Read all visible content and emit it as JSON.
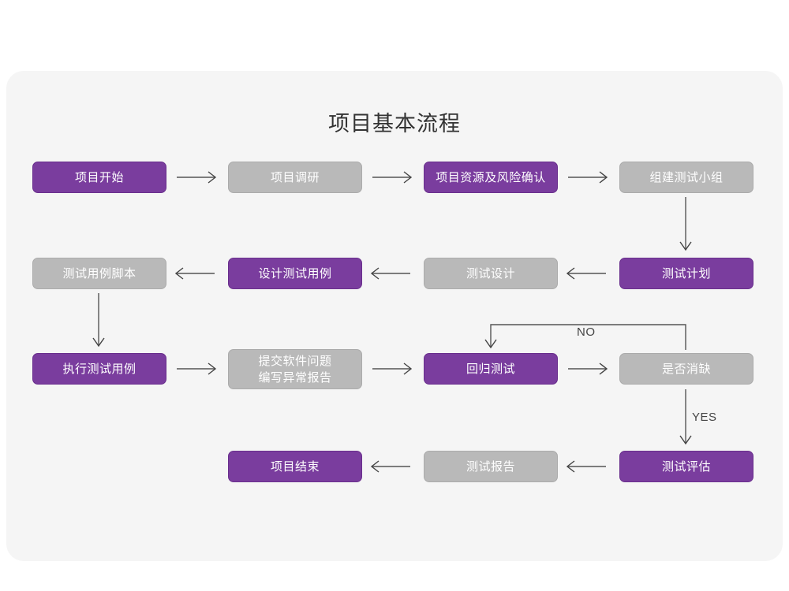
{
  "page": {
    "title": "项目基本流程",
    "card_bg": "#f5f5f5",
    "page_bg": "#ffffff"
  },
  "colors": {
    "purple": "#7a3d9e",
    "purple_border": "#6a2f8d",
    "gray": "#b9b9b9",
    "gray_border": "#ababab",
    "connector": "#555555",
    "title_text": "#333333",
    "node_text": "#ffffff",
    "label_text": "#444444"
  },
  "flowchart": {
    "type": "flowchart",
    "nodes": [
      {
        "id": "n1",
        "label": "项目开始",
        "style": "purple",
        "row": 1,
        "col": 1
      },
      {
        "id": "n2",
        "label": "项目调研",
        "style": "gray",
        "row": 1,
        "col": 2
      },
      {
        "id": "n3",
        "label": "项目资源及风险确认",
        "style": "purple",
        "row": 1,
        "col": 3
      },
      {
        "id": "n4",
        "label": "组建测试小组",
        "style": "gray",
        "row": 1,
        "col": 4
      },
      {
        "id": "n5",
        "label": "测试用例脚本",
        "style": "gray",
        "row": 2,
        "col": 1
      },
      {
        "id": "n6",
        "label": "设计测试用例",
        "style": "purple",
        "row": 2,
        "col": 2
      },
      {
        "id": "n7",
        "label": "测试设计",
        "style": "gray",
        "row": 2,
        "col": 3
      },
      {
        "id": "n8",
        "label": "测试计划",
        "style": "purple",
        "row": 2,
        "col": 4
      },
      {
        "id": "n9",
        "label": "执行测试用例",
        "style": "purple",
        "row": 3,
        "col": 1
      },
      {
        "id": "n10",
        "label": "提交软件问题\n编写异常报告",
        "style": "gray",
        "row": 3,
        "col": 2
      },
      {
        "id": "n11",
        "label": "回归测试",
        "style": "purple",
        "row": 3,
        "col": 3
      },
      {
        "id": "n12",
        "label": "是否消缺",
        "style": "gray",
        "row": 3,
        "col": 4
      },
      {
        "id": "n13",
        "label": "项目结束",
        "style": "purple",
        "row": 4,
        "col": 2
      },
      {
        "id": "n14",
        "label": "测试报告",
        "style": "gray",
        "row": 4,
        "col": 3
      },
      {
        "id": "n15",
        "label": "测试评估",
        "style": "purple",
        "row": 4,
        "col": 4
      }
    ],
    "edges": [
      {
        "from": "n1",
        "to": "n2",
        "dir": "right",
        "label": ""
      },
      {
        "from": "n2",
        "to": "n3",
        "dir": "right",
        "label": ""
      },
      {
        "from": "n3",
        "to": "n4",
        "dir": "right",
        "label": ""
      },
      {
        "from": "n4",
        "to": "n8",
        "dir": "down",
        "label": ""
      },
      {
        "from": "n8",
        "to": "n7",
        "dir": "left",
        "label": ""
      },
      {
        "from": "n7",
        "to": "n6",
        "dir": "left",
        "label": ""
      },
      {
        "from": "n6",
        "to": "n5",
        "dir": "left",
        "label": ""
      },
      {
        "from": "n5",
        "to": "n9",
        "dir": "down",
        "label": ""
      },
      {
        "from": "n9",
        "to": "n10",
        "dir": "right",
        "label": ""
      },
      {
        "from": "n10",
        "to": "n11",
        "dir": "right",
        "label": ""
      },
      {
        "from": "n11",
        "to": "n12",
        "dir": "right",
        "label": ""
      },
      {
        "from": "n12",
        "to": "n11",
        "dir": "loop-up",
        "label": "NO"
      },
      {
        "from": "n12",
        "to": "n15",
        "dir": "down",
        "label": "YES"
      },
      {
        "from": "n15",
        "to": "n14",
        "dir": "left",
        "label": ""
      },
      {
        "from": "n14",
        "to": "n13",
        "dir": "left",
        "label": ""
      }
    ],
    "edge_labels": {
      "no": "NO",
      "yes": "YES"
    }
  }
}
